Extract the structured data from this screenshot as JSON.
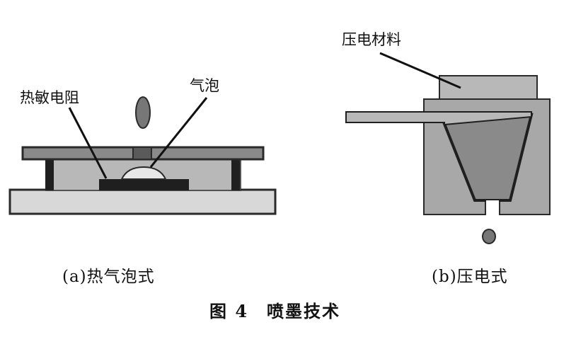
{
  "panel_a": {
    "label_heater": "热敏电阻",
    "label_bubble": "气泡",
    "caption": "(a)热气泡式"
  },
  "panel_b": {
    "label_material": "压电材料",
    "caption": "(b)压电式"
  },
  "figure_caption": "图 4　喷墨技术",
  "colors": {
    "outline": "#2a2a2a",
    "dark": "#1f1f1f",
    "gray_mid": "#8a8a8a",
    "gray_light": "#b8b8b8",
    "gray_body": "#a8a8a8",
    "gray_pale": "#d8d8d8",
    "bubble": "#e8e8e8",
    "ink": "#777777"
  }
}
